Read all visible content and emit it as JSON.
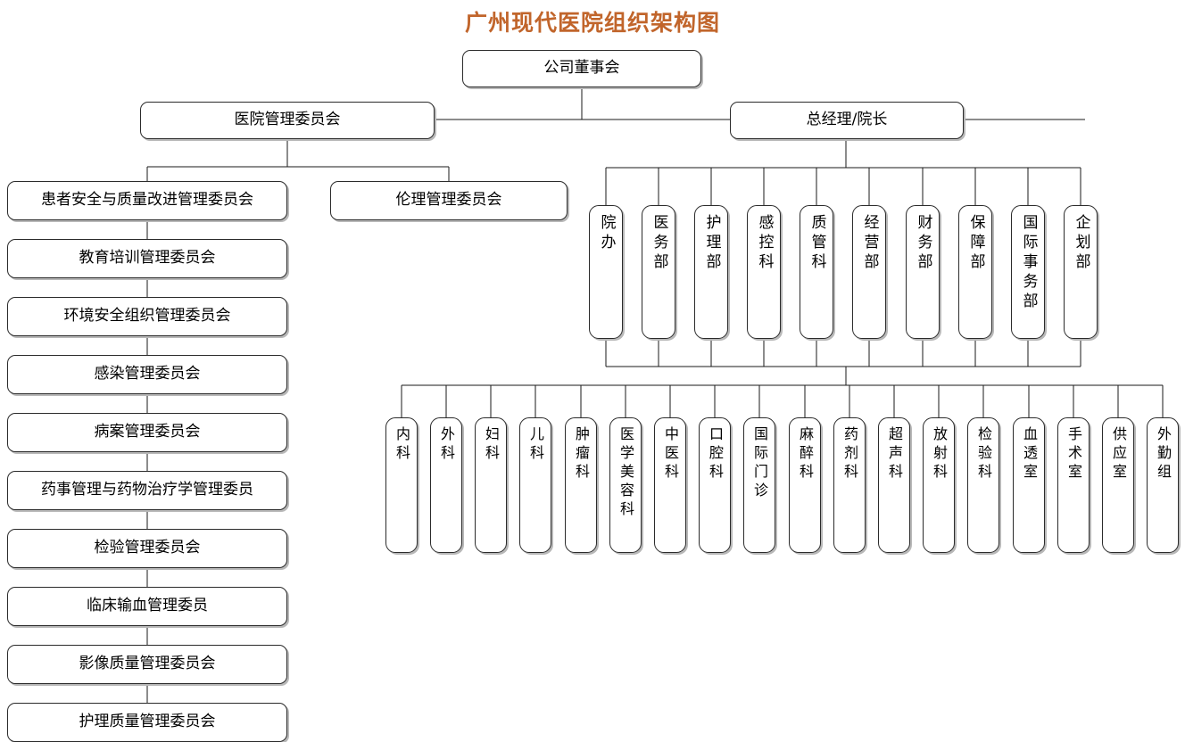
{
  "title": "广州现代医院组织架构图",
  "colors": {
    "title": "#c1652b",
    "node_border": "#2b2b2b",
    "node_shadow": "#b8b8b8",
    "line": "#1a1a1a",
    "background": "#ffffff"
  },
  "top": {
    "board": "公司董事会",
    "hospital_committee": "医院管理委员会",
    "general_manager": "总经理/院长"
  },
  "committees": {
    "primary": [
      "患者安全与质量改进管理委员会",
      "伦理管理委员会"
    ],
    "chain": [
      "教育培训管理委员会",
      "环境安全组织管理委员会",
      "感染管理委员会",
      "病案管理委员会",
      "药事管理与药物治疗学管理委员",
      "检验管理委员会",
      "临床输血管理委员",
      "影像质量管理委员会",
      "护理质量管理委员会"
    ]
  },
  "departments": [
    "院办",
    "医务部",
    "护理部",
    "感控科",
    "质管科",
    "经营部",
    "财务部",
    "保障部",
    "国际事务部",
    "企划部"
  ],
  "clinical": [
    "内科",
    "外科",
    "妇科",
    "儿科",
    "肿瘤科",
    "医学美容科",
    "中医科",
    "口腔科",
    "国际门诊",
    "麻醉科",
    "药剂科",
    "超声科",
    "放射科",
    "检验科",
    "血透室",
    "手术室",
    "供应室",
    "外勤组"
  ]
}
